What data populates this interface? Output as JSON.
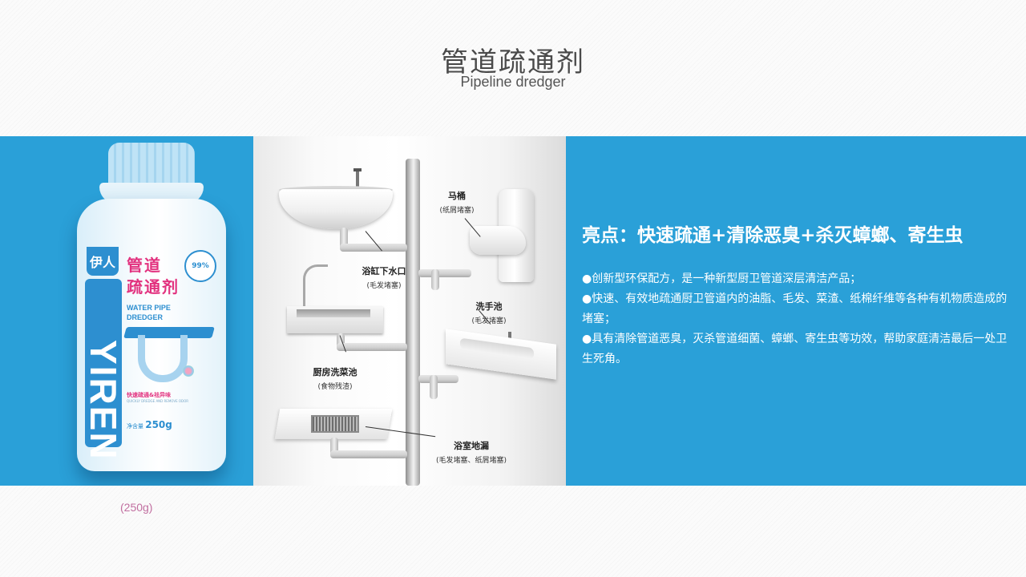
{
  "header": {
    "title_cn": "管道疏通剂",
    "title_en": "Pipeline dredger"
  },
  "product": {
    "brand_cn": "伊人",
    "brand_en": "YIREN",
    "name_cn_line1": "管道",
    "name_cn_line2": "疏通剂",
    "name_en_line1": "WATER PIPE",
    "name_en_line2": "DREDGER",
    "percent": "99%",
    "tagline": "快速疏通&祛异味",
    "tagline_en": "QUICKLY DREDGE AND REMOVE ODOR",
    "net_label": "净含量",
    "net_value": "250g",
    "weight_caption": "(250g)"
  },
  "diagram": {
    "labels": [
      {
        "title": "浴缸下水口",
        "sub": "(毛发堵塞)"
      },
      {
        "title": "马桶",
        "sub": "(纸屑堵塞)"
      },
      {
        "title": "洗手池",
        "sub": "(毛发堵塞)"
      },
      {
        "title": "厨房洗菜池",
        "sub": "(食物残渣)"
      },
      {
        "title": "浴室地漏",
        "sub": "(毛发堵塞、纸屑堵塞)"
      }
    ]
  },
  "features": {
    "highlight": "亮点：快速疏通+清除恶臭+杀灭蟑螂、寄生虫",
    "bullets": [
      "●创新型环保配方，是一种新型厨卫管道深层清洁产品；",
      "●快速、有效地疏通厨卫管道内的油脂、毛发、菜渣、纸棉纤维等各种有机物质造成的堵塞；",
      "●具有清除管道恶臭，灭杀管道细菌、蟑螂、寄生虫等功效，帮助家庭清洁最后一处卫生死角。"
    ]
  },
  "colors": {
    "band_blue": "#2aa0d8",
    "brand_pink": "#e2327f",
    "label_blue": "#2d8fd0"
  }
}
